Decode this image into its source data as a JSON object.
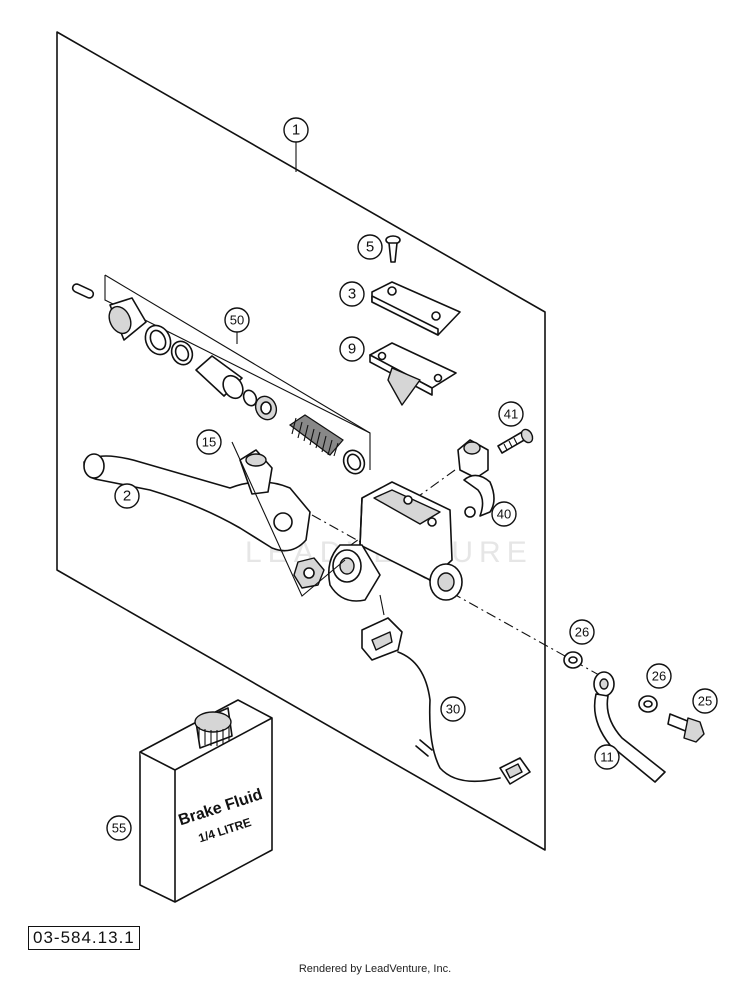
{
  "diagram": {
    "callouts": [
      "1",
      "5",
      "3",
      "50",
      "9",
      "41",
      "15",
      "2",
      "40",
      "26",
      "26",
      "25",
      "30",
      "11",
      "55"
    ],
    "bottle_label_line1": "Brake Fluid",
    "bottle_label_line2": "1/4 LITRE",
    "diagram_number": "03-584.13.1",
    "watermark": "LEADVENTURE",
    "footer": "Rendered by LeadVenture, Inc."
  }
}
